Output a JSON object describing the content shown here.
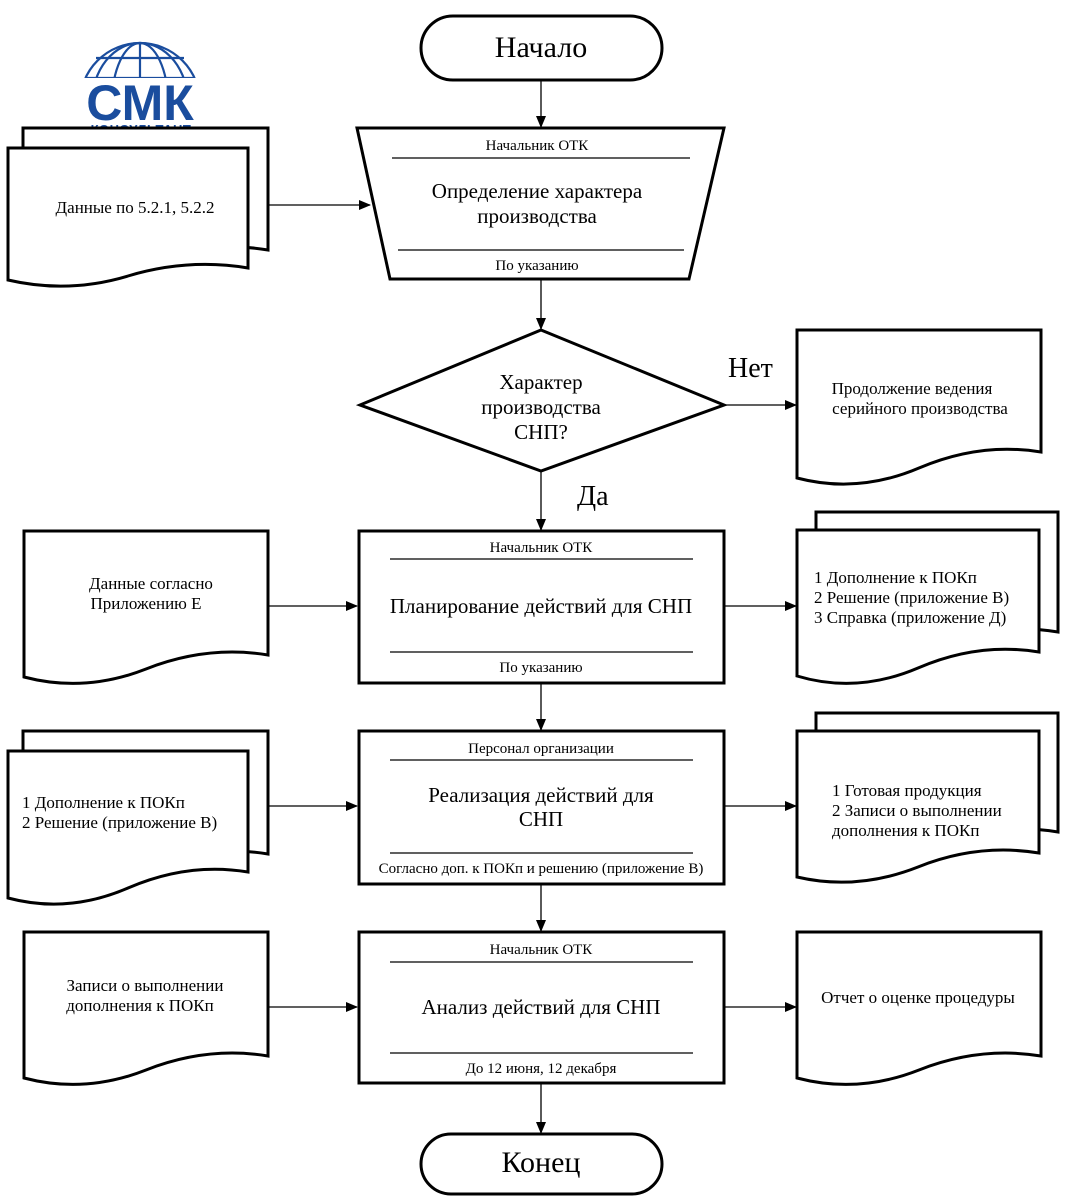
{
  "logo": {
    "main": "СМК",
    "sub": "КОНСУЛЬТАНТ",
    "color": "#1a4d9e"
  },
  "terminals": {
    "start": "Начало",
    "end": "Конец"
  },
  "process1": {
    "role": "Начальник ОТК",
    "lines": [
      "Определение характера",
      "производства"
    ],
    "timing": "По указанию"
  },
  "decision": {
    "lines": [
      "Характер",
      "производства",
      "СНП?"
    ],
    "no_label": "Нет",
    "yes_label": "Да"
  },
  "process2": {
    "role": "Начальник ОТК",
    "lines": [
      "Планирование действий для СНП"
    ],
    "timing": "По указанию"
  },
  "process3": {
    "role": "Персонал организации",
    "lines": [
      "Реализация действий для",
      "СНП"
    ],
    "timing": "Согласно доп. к ПОКп и решению (приложение В)"
  },
  "process4": {
    "role": "Начальник ОТК",
    "lines": [
      "Анализ действий для СНП"
    ],
    "timing": "До 12 июня, 12 декабря"
  },
  "docs": {
    "in1": {
      "lines": [
        "Данные по 5.2.1, 5.2.2"
      ]
    },
    "out_no": {
      "lines": [
        "Продолжение ведения",
        "серийного производства"
      ]
    },
    "in2": {
      "lines": [
        "Данные согласно",
        "Приложению Е"
      ]
    },
    "out2": {
      "lines": [
        "1 Дополнение к ПОКп",
        "2 Решение (приложение В)",
        "3 Справка (приложение Д)"
      ]
    },
    "in3": {
      "lines": [
        "1 Дополнение к ПОКп",
        "2 Решение (приложение В)"
      ]
    },
    "out3": {
      "lines": [
        "1 Готовая продукция",
        "2 Записи о выполнении",
        "дополнения к ПОКп"
      ]
    },
    "in4": {
      "lines": [
        "Записи о выполнении",
        "дополнения к ПОКп"
      ]
    },
    "out4": {
      "lines": [
        "Отчет о оценке процедуры"
      ]
    }
  }
}
